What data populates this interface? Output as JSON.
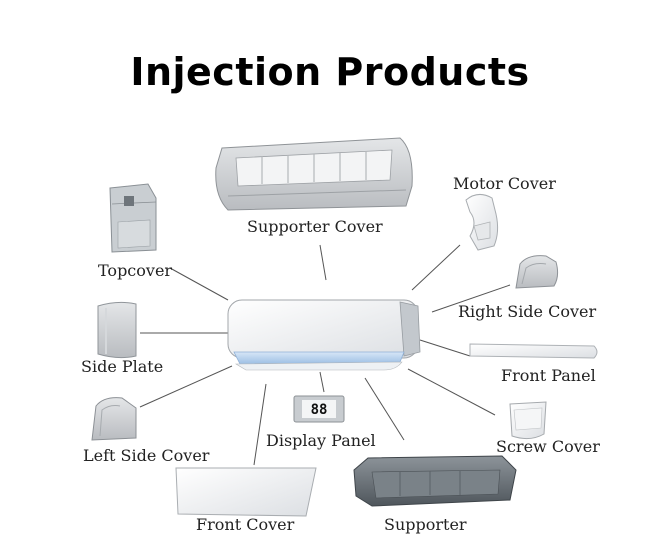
{
  "title": "Injection Products",
  "labels": {
    "supporter_cover": "Supporter Cover",
    "motor_cover": "Motor Cover",
    "topcover": "Topcover",
    "right_side_cover": "Right Side Cover",
    "side_plate": "Side Plate",
    "front_panel": "Front Panel",
    "left_side_cover": "Left Side Cover",
    "display_panel": "Display Panel",
    "screw_cover": "Screw Cover",
    "front_cover": "Front Cover",
    "supporter": "Supporter"
  },
  "display_readout": "88"
}
